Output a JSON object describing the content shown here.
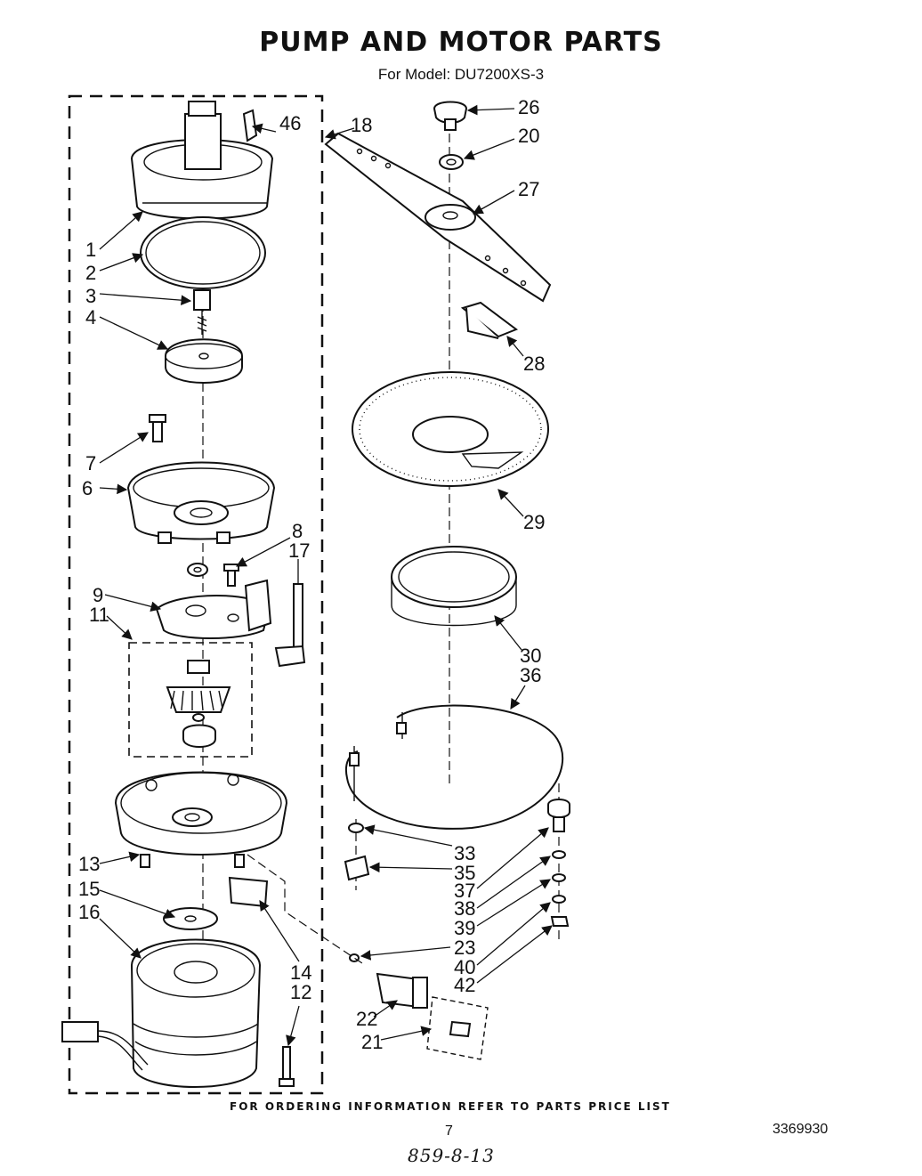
{
  "header": {
    "title": "PUMP AND MOTOR PARTS",
    "subtitle": "For Model: DU7200XS-3"
  },
  "footer": {
    "ordering_note": "FOR ORDERING INFORMATION REFER TO PARTS PRICE LIST",
    "page_number": "7",
    "document_number": "3369930",
    "handwritten_note": "859-8-13"
  },
  "callouts": {
    "c1": "1",
    "c2": "2",
    "c3": "3",
    "c4": "4",
    "c6": "6",
    "c7": "7",
    "c8": "8",
    "c9": "9",
    "c11": "11",
    "c12": "12",
    "c13": "13",
    "c14": "14",
    "c15": "15",
    "c16": "16",
    "c17": "17",
    "c18": "18",
    "c20": "20",
    "c21": "21",
    "c22": "22",
    "c23": "23",
    "c26": "26",
    "c27": "27",
    "c28": "28",
    "c29": "29",
    "c30": "30",
    "c33": "33",
    "c35": "35",
    "c36": "36",
    "c37": "37",
    "c38": "38",
    "c39": "39",
    "c40": "40",
    "c42": "42",
    "c46": "46"
  }
}
